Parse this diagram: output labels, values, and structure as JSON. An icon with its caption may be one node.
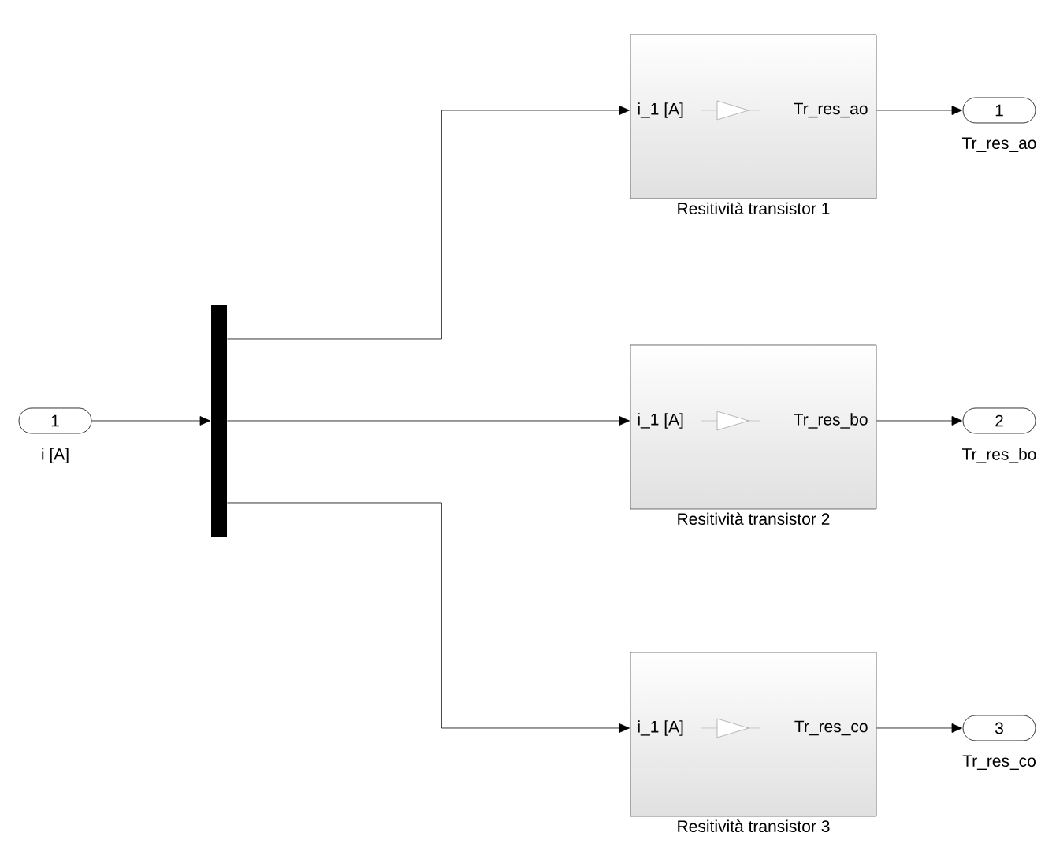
{
  "diagram": {
    "nodes": [
      {
        "text": [
          "1"
        ],
        "beside": [
          "i [A]"
        ]
      },
      {
        "text": [],
        "shape": "bar"
      },
      {
        "text": [
          "i_1 [A]",
          "Tr_res_ao"
        ],
        "beside": [
          "Resitività transistor 1"
        ]
      },
      {
        "text": [
          "1"
        ],
        "beside": [
          "Tr_res_ao"
        ]
      },
      {
        "text": [
          "i_1 [A]",
          "Tr_res_bo"
        ],
        "beside": [
          "Resitività transistor 2"
        ]
      },
      {
        "text": [
          "2"
        ],
        "beside": [
          "Tr_res_bo"
        ]
      },
      {
        "text": [
          "i_1 [A]",
          "Tr_res_co"
        ],
        "beside": [
          "Resitività transistor 3"
        ]
      },
      {
        "text": [
          "3"
        ],
        "beside": [
          "Tr_res_co"
        ]
      }
    ],
    "edges": [
      {
        "from": 0,
        "to": 1,
        "arrow": "to"
      },
      {
        "from": 1,
        "to": 2,
        "arrow": "to"
      },
      {
        "from": 1,
        "to": 4,
        "arrow": "to"
      },
      {
        "from": 1,
        "to": 6,
        "arrow": "to"
      },
      {
        "from": 2,
        "to": 3,
        "arrow": "to"
      },
      {
        "from": 4,
        "to": 5,
        "arrow": "to"
      },
      {
        "from": 6,
        "to": 7,
        "arrow": "to"
      }
    ]
  }
}
